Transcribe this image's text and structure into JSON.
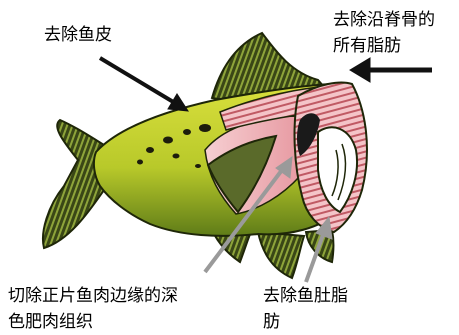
{
  "labels": {
    "remove_skin": "去除鱼皮",
    "remove_spine_fat": [
      "去除沿脊骨的",
      "所有脂肪"
    ],
    "trim_dark_meat": [
      "切除正片鱼肉边缘的深",
      "色肥肉组织"
    ],
    "remove_belly_fat": [
      "去除鱼肚脂",
      "肪"
    ]
  },
  "colors": {
    "fish_body_yellow": "#c8d52a",
    "fish_belly_green": "#6f8a1a",
    "fins_dark": "#2f3a14",
    "flesh_pink": "#f2b8bc",
    "flesh_stripe": "#c05a64",
    "fillet_dark": "#5a6a2a",
    "arrow_black": "#111111",
    "arrow_gray": "#9a9a9a"
  }
}
